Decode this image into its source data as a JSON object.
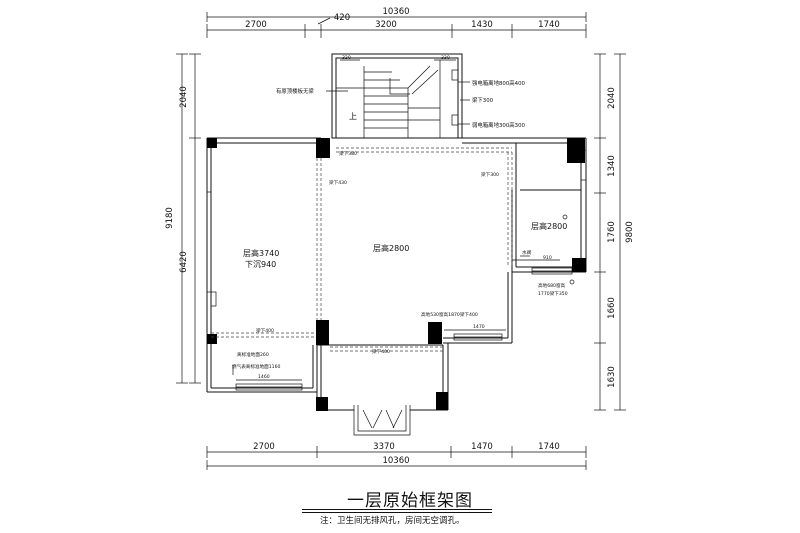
{
  "title": "一层原始框架图",
  "note": "注：卫生间无排风孔，房间无空调孔。",
  "dims_top": {
    "total": "10360",
    "segments": [
      "2700",
      "420",
      "3200",
      "1430",
      "1740"
    ]
  },
  "dims_bottom": {
    "total": "10360",
    "segments": [
      "2700",
      "3370",
      "1470",
      "1740"
    ]
  },
  "dims_left": {
    "total": "9180",
    "segments": [
      "2040",
      "6420"
    ]
  },
  "dims_right": {
    "total": "9800",
    "segments": [
      "2040",
      "1340",
      "1760",
      "1660",
      "1630"
    ]
  },
  "rooms": {
    "left_height": "层高3740",
    "left_sunken": "下沉940",
    "main_height": "层高2800",
    "right_height": "层高2800"
  },
  "annotations": {
    "stair_up": "上",
    "original_slab": "有原顶楼板无梁",
    "strong_box": "强电箱离地800高400",
    "beam_300_a": "梁下300",
    "weak_box": "弱电箱离地300高300",
    "beam_380": "梁下380",
    "beam_430": "梁下430",
    "beam_300_b": "梁下300",
    "water_valve": "水阀",
    "dim_910": "910",
    "window_right": "高地680窗高",
    "window_right_2": "1770梁下350",
    "window_bottom": "高地530窗高1870梁下400",
    "dim_1470": "1470",
    "beam_400_a": "梁下400",
    "beam_400_b": "梁下400",
    "floor_level": "离标准地面260",
    "gas_meter": "燃气表离标准地面1160",
    "dim_1460": "1460",
    "stair_dim_a": "320",
    "stair_dim_b": "330"
  }
}
